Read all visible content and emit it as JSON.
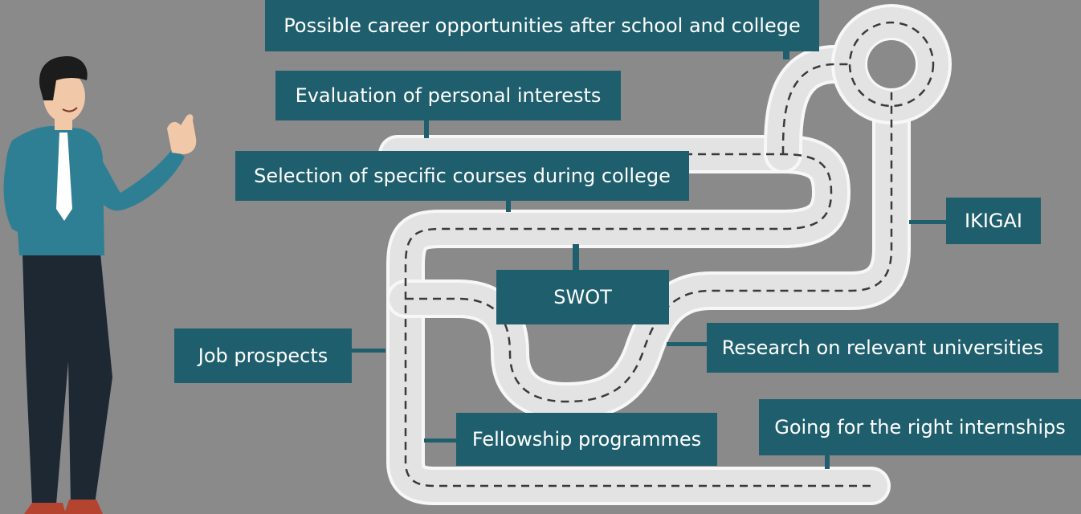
{
  "labels": {
    "career": "Possible career opportunities after school and college",
    "interests": "Evaluation of personal interests",
    "courses": "Selection of specific courses during college",
    "ikigai": "IKIGAI",
    "swot": "SWOT",
    "job": "Job prospects",
    "research": "Research on relevant universities",
    "internships": "Going for the right internships",
    "fellowship": "Fellowship programmes"
  },
  "colors": {
    "background": "#8a8a8a",
    "label_fill": "#1f5f6d",
    "road": "#ebebeb",
    "road_dash": "#3a3a3a",
    "shirt": "#2f7f94",
    "trousers": "#1d2833",
    "hair": "#1c1c1c",
    "skin": "#f2c9a8",
    "shoes": "#b4442f"
  }
}
